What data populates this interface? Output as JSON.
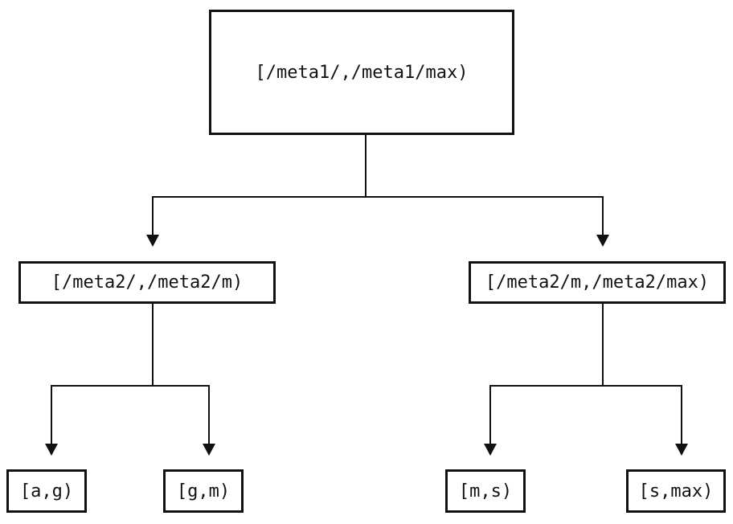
{
  "diagram": {
    "type": "tree",
    "colors": {
      "background": "#ffffff",
      "line": "#111111",
      "node_fill": "#ffffff",
      "text": "#111111"
    },
    "nodes": {
      "root": {
        "label": "[/meta1/,/meta1/max)"
      },
      "meta2_low": {
        "label": "[/meta2/,/meta2/m)"
      },
      "meta2_high": {
        "label": "[/meta2/m,/meta2/max)"
      },
      "leaf_ag": {
        "label": "[a,g)"
      },
      "leaf_gm": {
        "label": "[g,m)"
      },
      "leaf_ms": {
        "label": "[m,s)"
      },
      "leaf_smax": {
        "label": "[s,max)"
      }
    },
    "edges": [
      {
        "from": "root",
        "to": "meta2_low",
        "arrowhead": "down"
      },
      {
        "from": "root",
        "to": "meta2_high",
        "arrowhead": "down"
      },
      {
        "from": "meta2_low",
        "to": "leaf_ag",
        "arrowhead": "down"
      },
      {
        "from": "meta2_low",
        "to": "leaf_gm",
        "arrowhead": "down"
      },
      {
        "from": "meta2_high",
        "to": "leaf_ms",
        "arrowhead": "down"
      },
      {
        "from": "meta2_high",
        "to": "leaf_smax",
        "arrowhead": "down"
      }
    ]
  }
}
